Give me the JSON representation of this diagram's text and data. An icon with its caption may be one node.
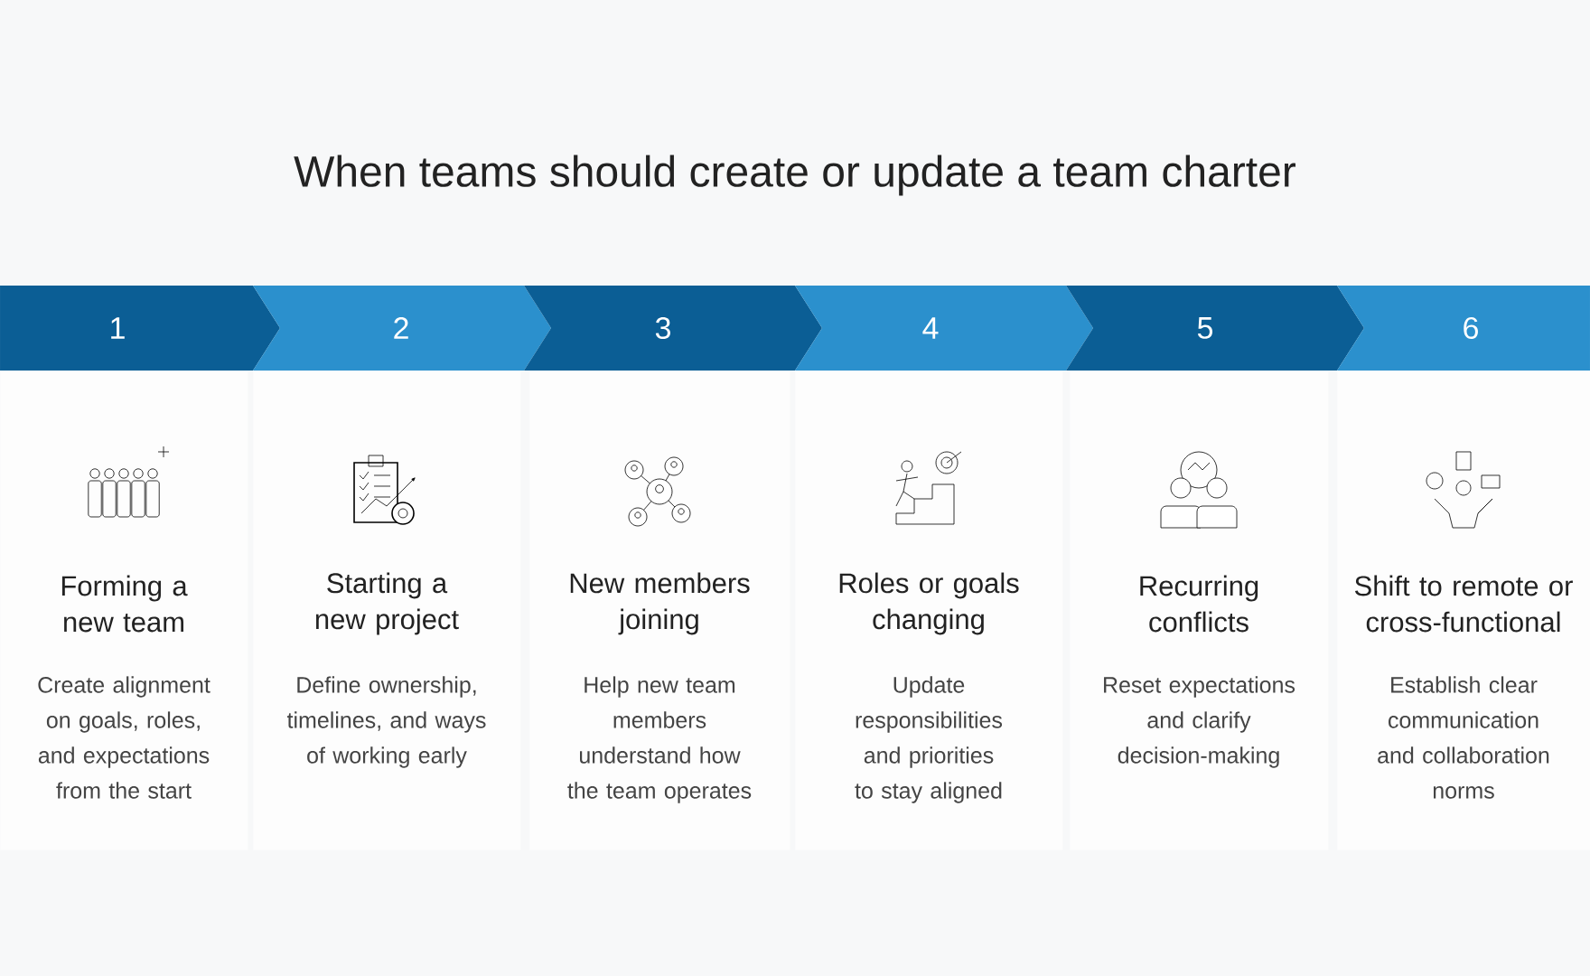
{
  "diagram": {
    "title": "When teams should create or update a team charter",
    "nodes": [
      {
        "text": [
          "1"
        ]
      },
      {
        "text": [
          "2"
        ]
      },
      {
        "text": [
          "3"
        ]
      },
      {
        "text": [
          "4"
        ]
      },
      {
        "text": [
          "5"
        ]
      },
      {
        "text": [
          "6"
        ]
      },
      {
        "text": [
          "Forming a new team",
          "Create alignment on goals, roles, and expectations from the start"
        ]
      },
      {
        "text": [
          "Starting a new project",
          "Define ownership, timelines, and ways of working early"
        ]
      },
      {
        "text": [
          "New members joining",
          "Help new team members understand how the team operates"
        ]
      },
      {
        "text": [
          "Roles or goals changing",
          "Update responsibilities and priorities to stay aligned"
        ]
      },
      {
        "text": [
          "Recurring conflicts",
          "Reset expectations and clarify decision-making"
        ]
      },
      {
        "text": [
          "Shift to remote or cross-functional",
          "Establish clear communication and collaboration norms"
        ]
      }
    ]
  }
}
